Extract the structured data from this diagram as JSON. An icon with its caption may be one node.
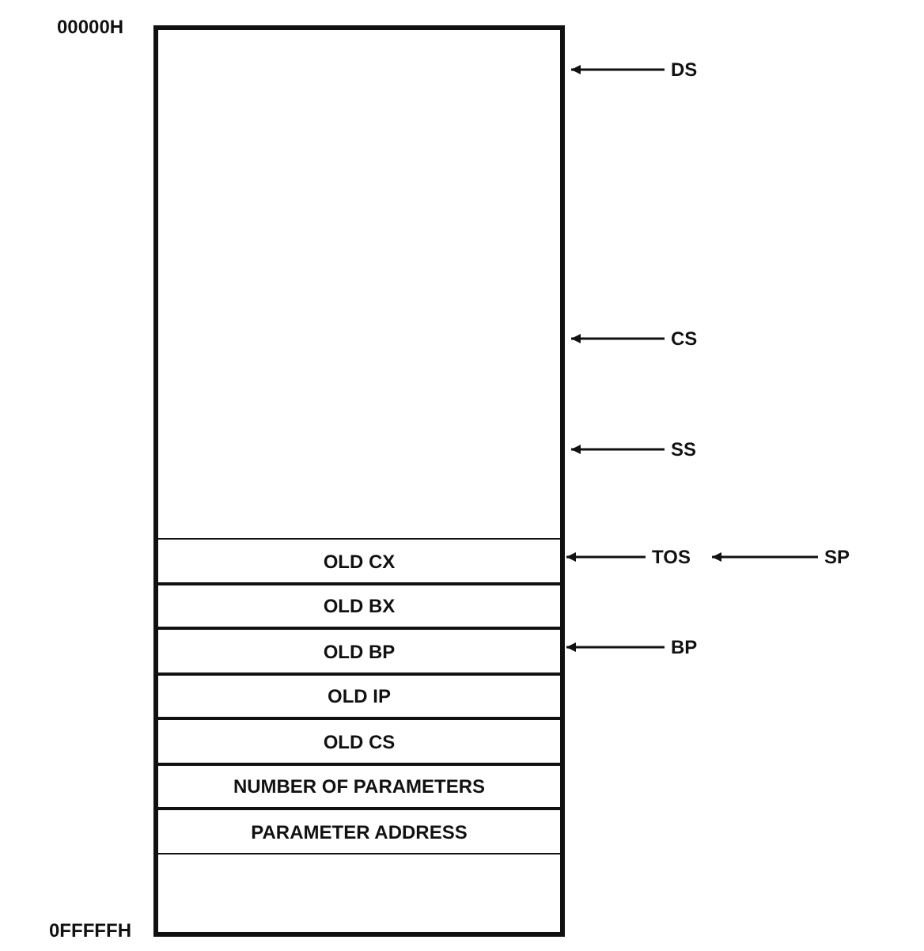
{
  "diagram": {
    "nodes": [
      {
        "text": [],
        "shape": "box"
      },
      {
        "text": [
          "OLD CX"
        ],
        "in": 0
      },
      {
        "text": [
          "OLD BX"
        ],
        "in": 0
      },
      {
        "text": [
          "OLD BP"
        ],
        "in": 0
      },
      {
        "text": [
          "OLD IP"
        ],
        "in": 0
      },
      {
        "text": [
          "OLD CS"
        ],
        "in": 0
      },
      {
        "text": [
          "NUMBER OF PARAMETERS"
        ],
        "in": 0
      },
      {
        "text": [
          "PARAMETER ADDRESS"
        ],
        "in": 0
      },
      {
        "text": [
          "DS"
        ]
      },
      {
        "text": [
          "CS"
        ]
      },
      {
        "text": [
          "SS"
        ]
      },
      {
        "text": [
          "TOS"
        ]
      },
      {
        "text": [
          "SP"
        ]
      },
      {
        "text": [
          "BP"
        ]
      }
    ],
    "edges": [
      {
        "from": 8,
        "to": 0,
        "arrow": "to"
      },
      {
        "from": 9,
        "to": 0,
        "arrow": "to"
      },
      {
        "from": 10,
        "to": 0,
        "arrow": "to"
      },
      {
        "from": 11,
        "to": 1,
        "arrow": "to"
      },
      {
        "from": 12,
        "to": 11,
        "arrow": "to"
      },
      {
        "from": 13,
        "to": 3,
        "arrow": "to"
      }
    ],
    "labels": [
      "00000H",
      "0FFFFFH"
    ]
  }
}
